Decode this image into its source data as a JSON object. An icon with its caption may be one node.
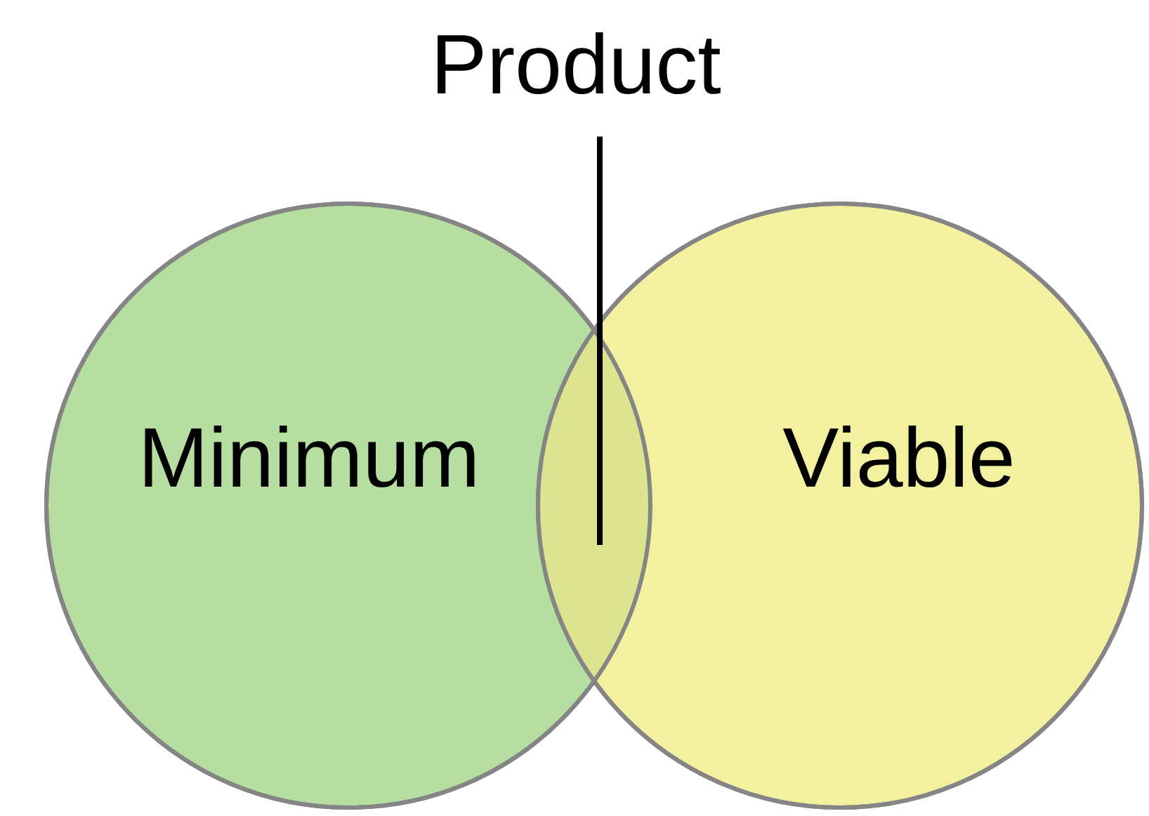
{
  "diagram": {
    "nodes": [
      {
        "text": [
          "Minimum"
        ]
      },
      {
        "text": [
          "Viable"
        ]
      },
      {
        "text": [
          "Product"
        ]
      },
      {
        "text": [],
        "shape": "lens"
      }
    ],
    "edges": [
      {
        "from": 2,
        "to": 3,
        "arrow": "none"
      }
    ]
  }
}
